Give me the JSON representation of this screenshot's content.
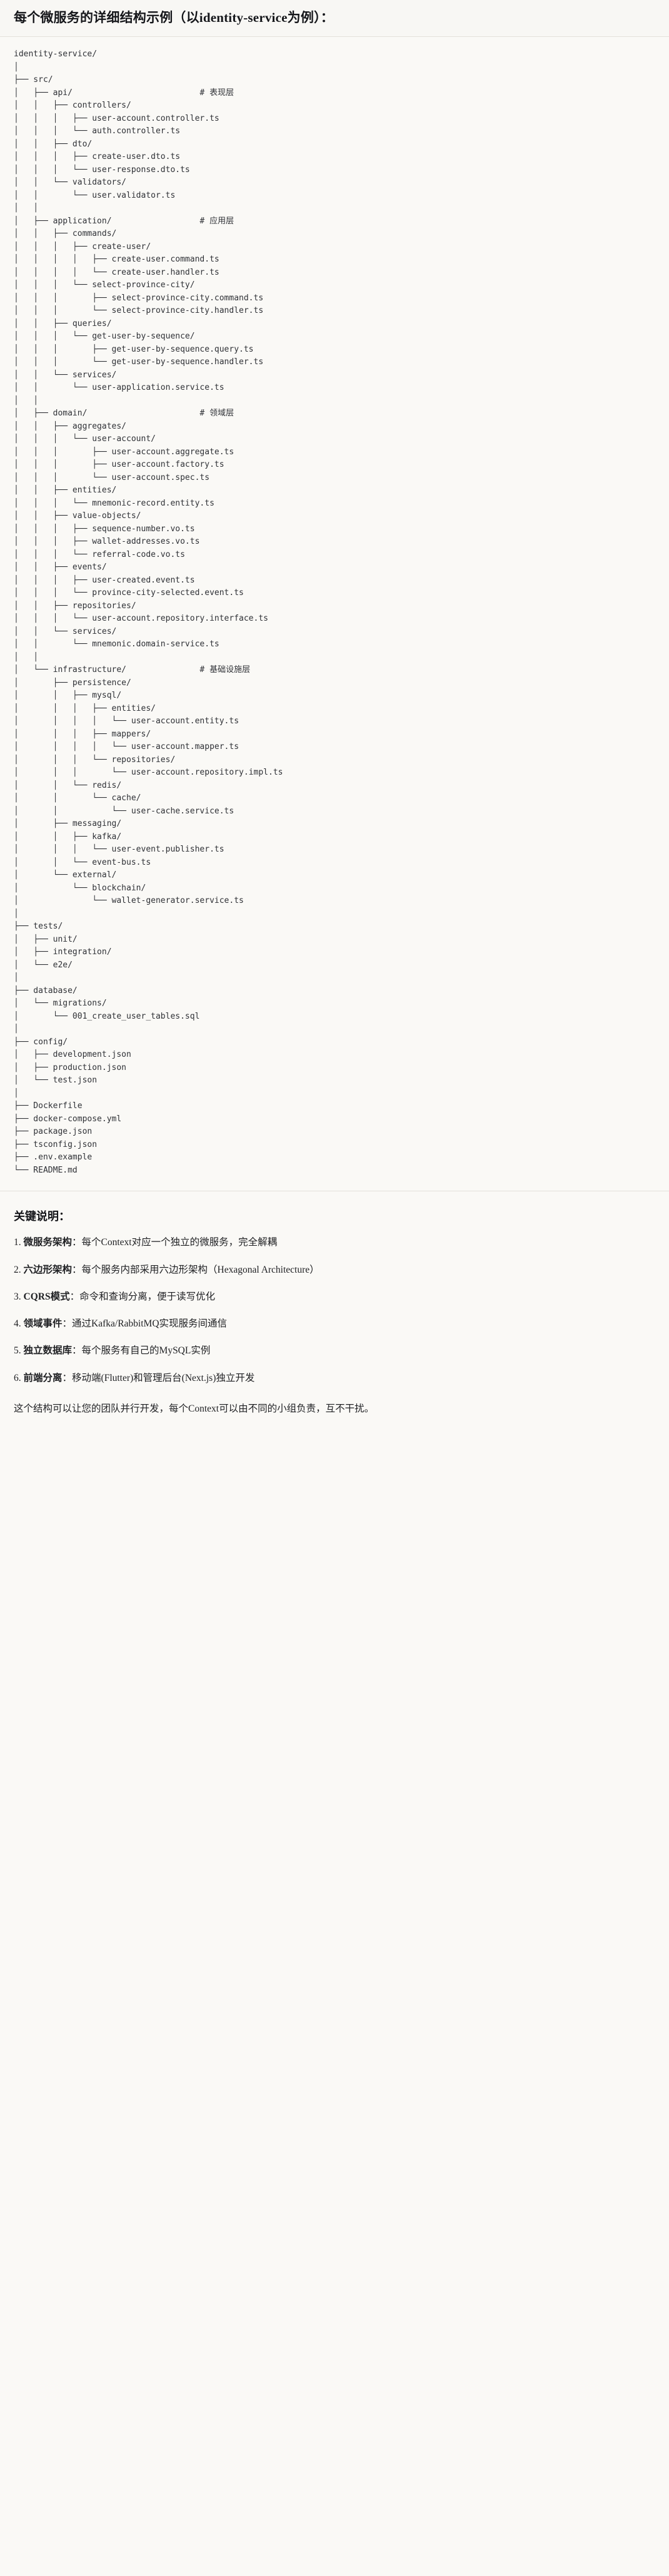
{
  "header": {
    "title": "每个微服务的详细结构示例（以identity-service为例）："
  },
  "tree": {
    "root": "identity-service/",
    "comments": {
      "api": "# 表现层",
      "application": "# 应用层",
      "domain": "# 领域层",
      "infrastructure": "# 基础设施层"
    },
    "text": "identity-service/\n│\n├── src/\n│   ├── api/                          # 表现层\n│   │   ├── controllers/\n│   │   │   ├── user-account.controller.ts\n│   │   │   └── auth.controller.ts\n│   │   ├── dto/\n│   │   │   ├── create-user.dto.ts\n│   │   │   └── user-response.dto.ts\n│   │   └── validators/\n│   │       └── user.validator.ts\n│   │\n│   ├── application/                  # 应用层\n│   │   ├── commands/\n│   │   │   ├── create-user/\n│   │   │   │   ├── create-user.command.ts\n│   │   │   │   └── create-user.handler.ts\n│   │   │   └── select-province-city/\n│   │   │       ├── select-province-city.command.ts\n│   │   │       └── select-province-city.handler.ts\n│   │   ├── queries/\n│   │   │   └── get-user-by-sequence/\n│   │   │       ├── get-user-by-sequence.query.ts\n│   │   │       └── get-user-by-sequence.handler.ts\n│   │   └── services/\n│   │       └── user-application.service.ts\n│   │\n│   ├── domain/                       # 领域层\n│   │   ├── aggregates/\n│   │   │   └── user-account/\n│   │   │       ├── user-account.aggregate.ts\n│   │   │       ├── user-account.factory.ts\n│   │   │       └── user-account.spec.ts\n│   │   ├── entities/\n│   │   │   └── mnemonic-record.entity.ts\n│   │   ├── value-objects/\n│   │   │   ├── sequence-number.vo.ts\n│   │   │   ├── wallet-addresses.vo.ts\n│   │   │   └── referral-code.vo.ts\n│   │   ├── events/\n│   │   │   ├── user-created.event.ts\n│   │   │   └── province-city-selected.event.ts\n│   │   ├── repositories/\n│   │   │   └── user-account.repository.interface.ts\n│   │   └── services/\n│   │       └── mnemonic.domain-service.ts\n│   │\n│   └── infrastructure/               # 基础设施层\n│       ├── persistence/\n│       │   ├── mysql/\n│       │   │   ├── entities/\n│       │   │   │   └── user-account.entity.ts\n│       │   │   ├── mappers/\n│       │   │   │   └── user-account.mapper.ts\n│       │   │   └── repositories/\n│       │   │       └── user-account.repository.impl.ts\n│       │   └── redis/\n│       │       └── cache/\n│       │           └── user-cache.service.ts\n│       ├── messaging/\n│       │   ├── kafka/\n│       │   │   └── user-event.publisher.ts\n│       │   └── event-bus.ts\n│       └── external/\n│           └── blockchain/\n│               └── wallet-generator.service.ts\n│\n├── tests/\n│   ├── unit/\n│   ├── integration/\n│   └── e2e/\n│\n├── database/\n│   └── migrations/\n│       └── 001_create_user_tables.sql\n│\n├── config/\n│   ├── development.json\n│   ├── production.json\n│   └── test.json\n│\n├── Dockerfile\n├── docker-compose.yml\n├── package.json\n├── tsconfig.json\n├── .env.example\n└── README.md"
  },
  "notes": {
    "title": "关键说明：",
    "items": [
      {
        "num": "1.",
        "lead": "微服务架构",
        "sep": "：",
        "body": "每个Context对应一个独立的微服务，完全解耦"
      },
      {
        "num": "2.",
        "lead": "六边形架构",
        "sep": "：",
        "body": "每个服务内部采用六边形架构（Hexagonal Architecture）"
      },
      {
        "num": "3.",
        "lead": "CQRS模式",
        "sep": "：",
        "body": "命令和查询分离，便于读写优化"
      },
      {
        "num": "4.",
        "lead": "领域事件",
        "sep": "：",
        "body": "通过Kafka/RabbitMQ实现服务间通信"
      },
      {
        "num": "5.",
        "lead": "独立数据库",
        "sep": "：",
        "body": "每个服务有自己的MySQL实例"
      },
      {
        "num": "6.",
        "lead": "前端分离",
        "sep": "：",
        "body": "移动端(Flutter)和管理后台(Next.js)独立开发"
      }
    ],
    "closing": "这个结构可以让您的团队并行开发，每个Context可以由不同的小组负责，互不干扰。"
  },
  "colors": {
    "background": "#faf9f6",
    "header_background": "#f8f7f4",
    "text": "#1f2023",
    "code_text": "#2f3136",
    "divider": "#e3e1db"
  }
}
